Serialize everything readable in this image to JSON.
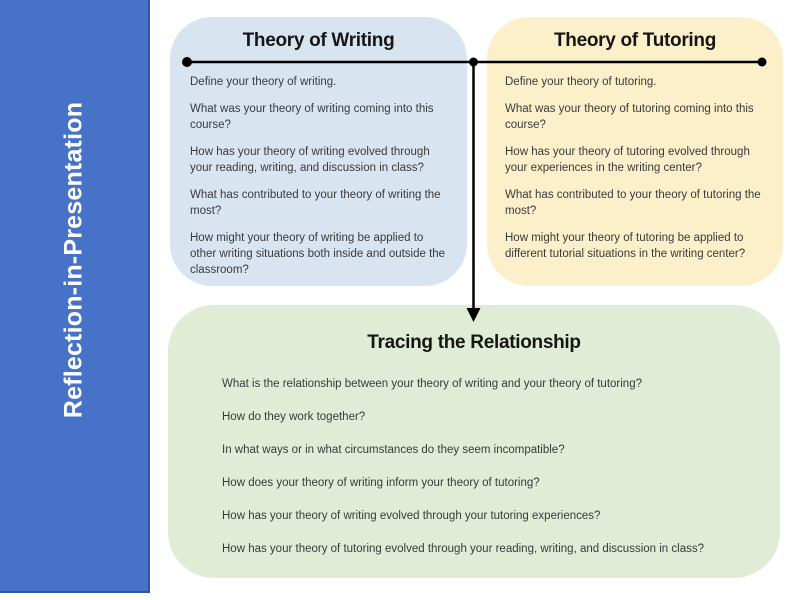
{
  "slide": {
    "background_color": "#ffffff",
    "sidebar": {
      "title": "Reflection-in-Presentation",
      "bg_color": "#4673c7",
      "border_color": "#33549e",
      "text_color": "#ffffff"
    },
    "boxes": {
      "writing": {
        "title": "Theory of Writing",
        "bg_color": "#d9e4f1",
        "questions": [
          "Define your theory of writing.",
          "What was your theory of writing coming into this course?",
          "How has your theory of writing evolved through your reading, writing, and discussion in class?",
          "What has contributed to your theory of writing the most?",
          "How might your theory of writing be applied to other writing situations both inside and outside the classroom?"
        ]
      },
      "tutoring": {
        "title": "Theory of Tutoring",
        "bg_color": "#fbf0ca",
        "questions": [
          "Define your theory of tutoring.",
          "What was your theory of tutoring coming into this course?",
          "How has your theory of tutoring evolved through your experiences in the writing center?",
          "What has contributed to your theory of tutoring the most?",
          "How might your theory of tutoring be applied to different tutorial situations in the writing center?"
        ]
      },
      "relationship": {
        "title": "Tracing the Relationship",
        "bg_color": "#e0ecd5",
        "questions": [
          "What is the relationship between your theory of writing and your theory of tutoring?",
          "How do they work together?",
          "In what ways or in what circumstances do they seem incompatible?",
          "How does your theory of writing inform your theory of tutoring?",
          "How has your theory of writing evolved through your tutoring experiences?",
          "How has your theory of tutoring evolved through your reading, writing, and discussion in class?"
        ]
      }
    },
    "connector_color": "#000000",
    "title_color": "#161616",
    "body_text_color": "#3a3a3a"
  }
}
